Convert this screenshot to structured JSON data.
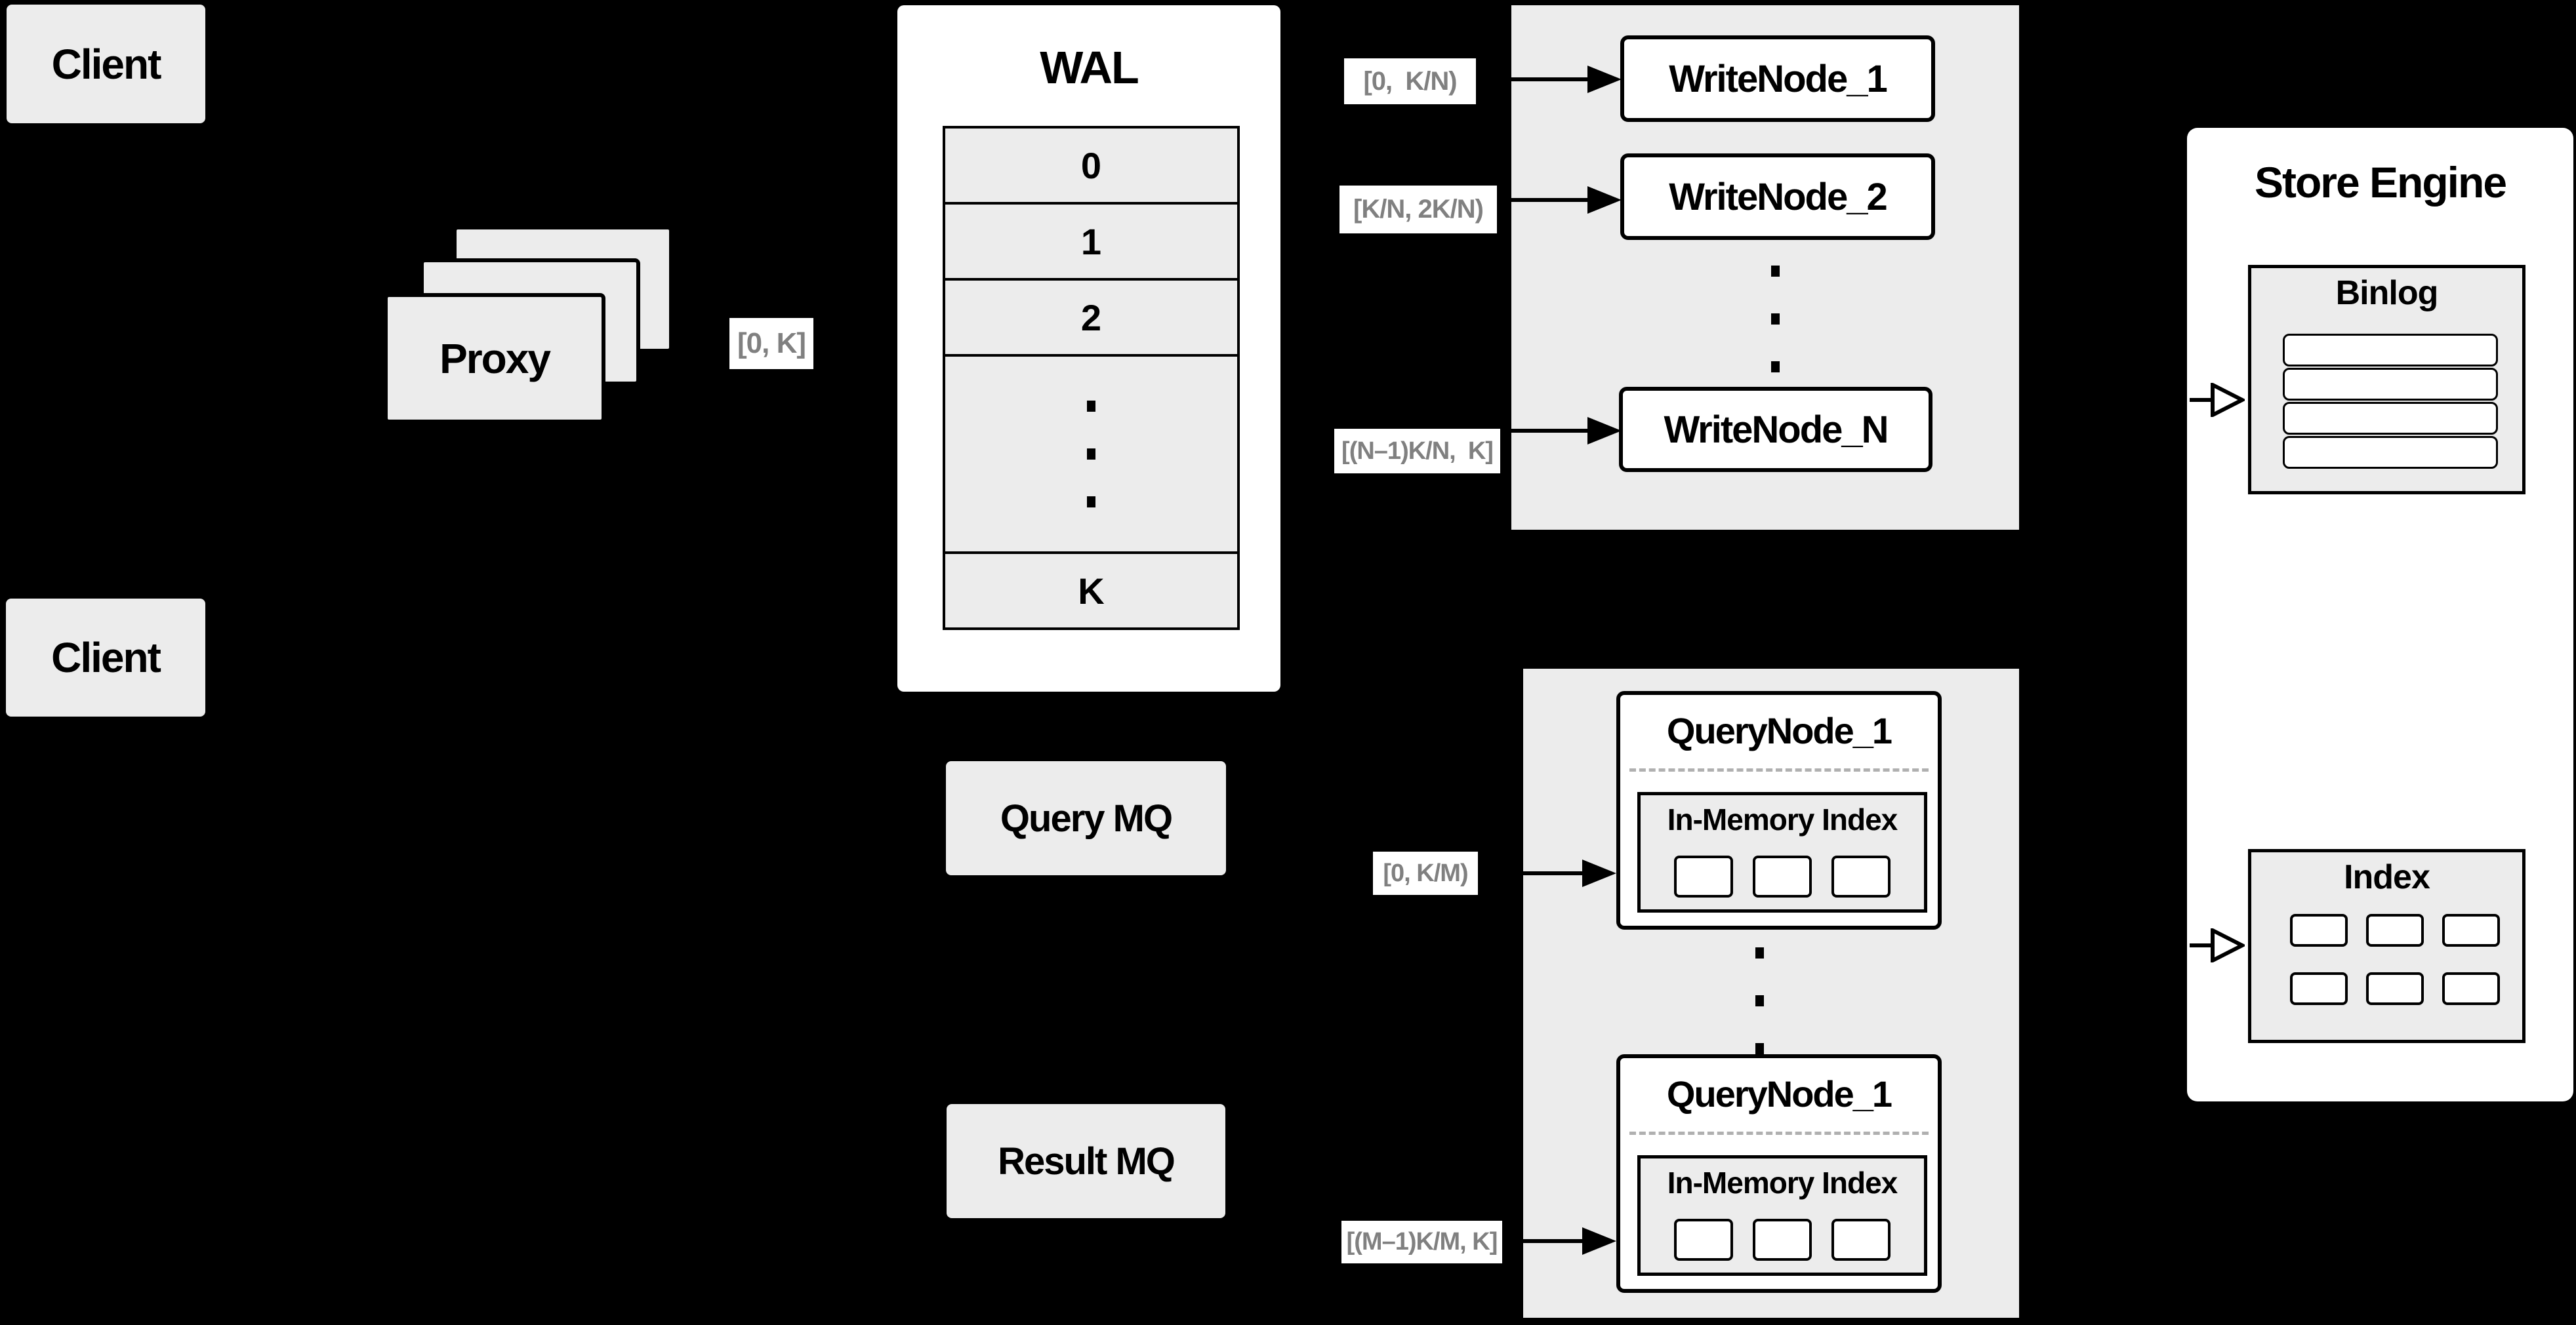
{
  "clients": {
    "top_label": "Client",
    "bottom_label": "Client"
  },
  "proxy": {
    "label": "Proxy",
    "range_label": "[0, K]"
  },
  "wal": {
    "title": "WAL",
    "rows": [
      "0",
      "1",
      "2",
      "K"
    ]
  },
  "write_section": {
    "labels": {
      "node_1": "[0,  K/N)",
      "node_2": "[K/N, 2K/N)",
      "node_n": "[(N–1)K/N,  K]"
    },
    "nodes": {
      "node_1": "WriteNode_1",
      "node_2": "WriteNode_2",
      "node_n": "WriteNode_N"
    }
  },
  "mq": {
    "query_label": "Query MQ",
    "result_label": "Result MQ"
  },
  "query_section": {
    "labels": {
      "node_1": "[0, K/M)",
      "node_m": "[(M–1)K/M, K]"
    },
    "nodes": {
      "top": {
        "title": "QueryNode_1",
        "index_label": "In-Memory Index"
      },
      "bottom": {
        "title": "QueryNode_1",
        "index_label": "In-Memory Index"
      }
    }
  },
  "store_engine": {
    "title": "Store Engine",
    "binlog_label": "Binlog",
    "index_label": "Index"
  },
  "colors": {
    "background": "#000000",
    "panel_gray": "#ececec",
    "white": "#ffffff",
    "line_black": "#000000",
    "range_text_gray": "#808080",
    "dashed_gray": "#b0b0b0"
  }
}
